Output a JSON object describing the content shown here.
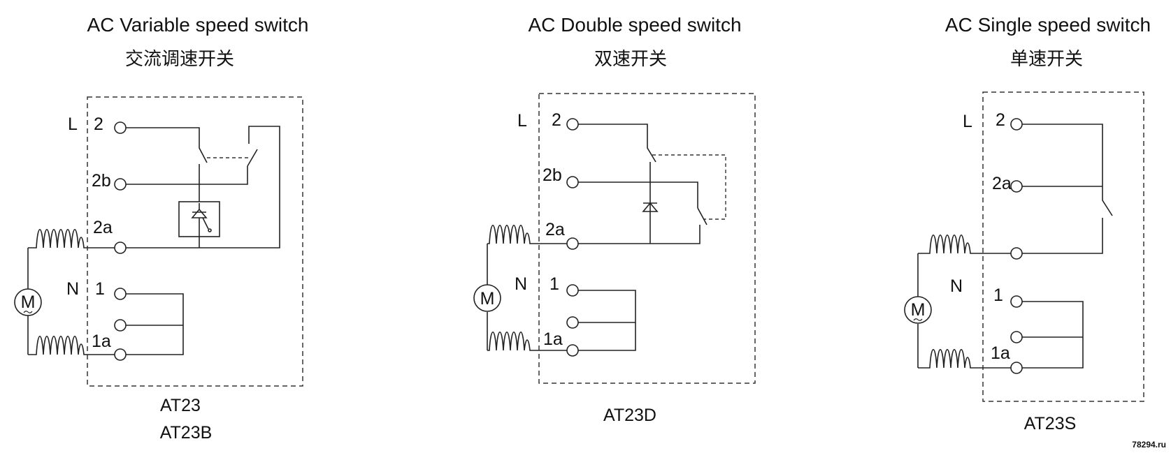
{
  "panels": [
    {
      "title": "AC  Variable speed switch",
      "subtitle": "交流调速开关",
      "models": [
        "AT23",
        "AT23B"
      ],
      "terminals": [
        "L",
        "2",
        "2b",
        "2a",
        "N",
        "1",
        "1a"
      ],
      "motor_label": "M"
    },
    {
      "title": "AC Double speed switch",
      "subtitle": "双速开关",
      "models": [
        "AT23D"
      ],
      "terminals": [
        "L",
        "2",
        "2b",
        "2a",
        "N",
        "1",
        "1a"
      ],
      "motor_label": "M"
    },
    {
      "title": "AC Single speed switch",
      "subtitle": "单速开关",
      "models": [
        "AT23S"
      ],
      "terminals": [
        "L",
        "2",
        "2a",
        "N",
        "1",
        "1a"
      ],
      "motor_label": "M"
    }
  ],
  "watermark": "78294.ru"
}
